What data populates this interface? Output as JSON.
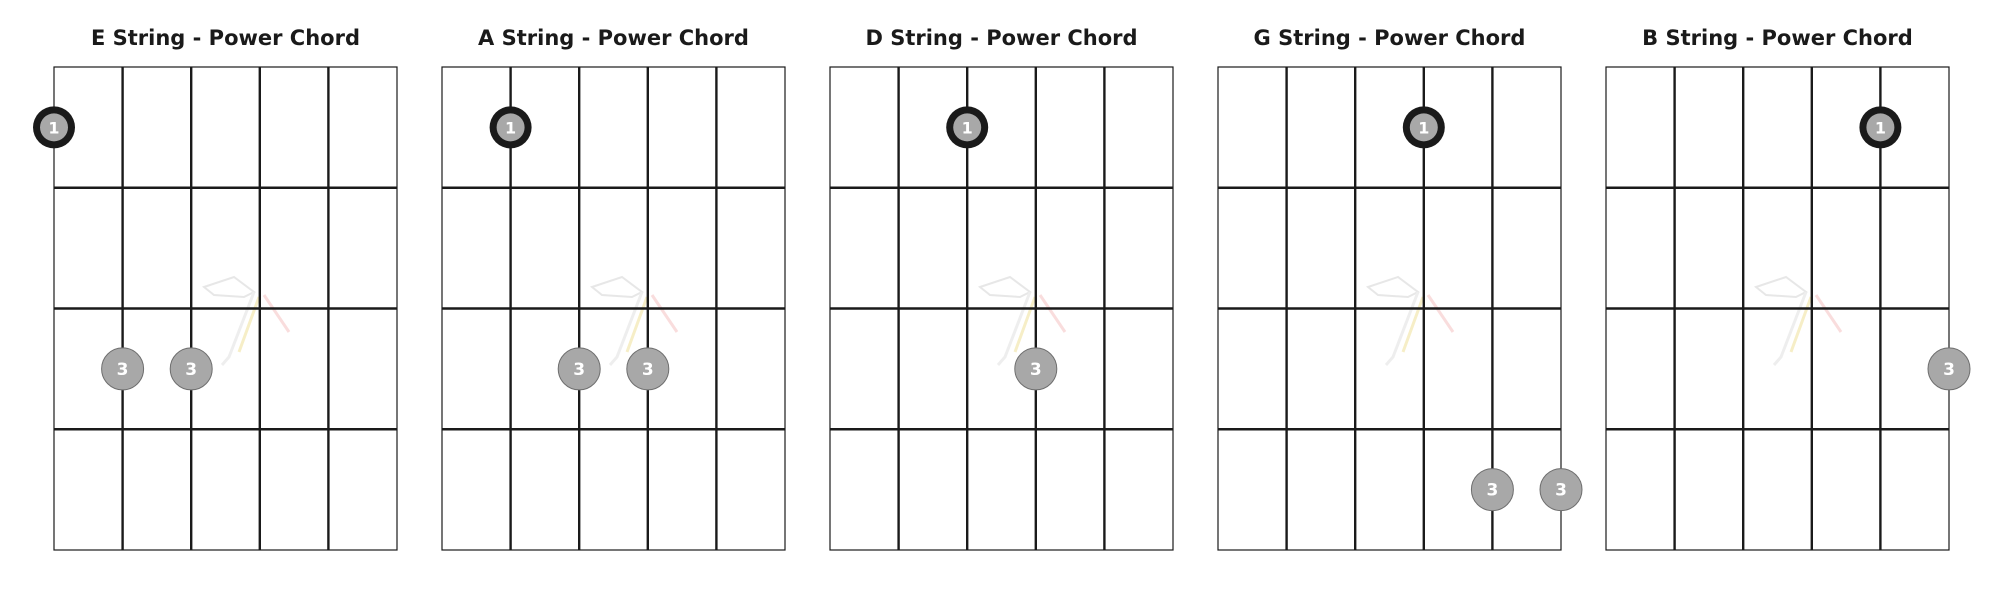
{
  "diagrams": [
    {
      "title": "E String - Power Chord",
      "markers": [
        {
          "fret": 1,
          "string": 0,
          "label": "1",
          "root": true
        },
        {
          "fret": 3,
          "string": 1,
          "label": "3",
          "root": false
        },
        {
          "fret": 3,
          "string": 2,
          "label": "3",
          "root": false
        }
      ]
    },
    {
      "title": "A String - Power Chord",
      "markers": [
        {
          "fret": 1,
          "string": 1,
          "label": "1",
          "root": true
        },
        {
          "fret": 3,
          "string": 2,
          "label": "3",
          "root": false
        },
        {
          "fret": 3,
          "string": 3,
          "label": "3",
          "root": false
        }
      ]
    },
    {
      "title": "D String - Power Chord",
      "markers": [
        {
          "fret": 1,
          "string": 2,
          "label": "1",
          "root": true
        },
        {
          "fret": 3,
          "string": 3,
          "label": "3",
          "root": false
        }
      ]
    },
    {
      "title": "G String - Power Chord",
      "markers": [
        {
          "fret": 1,
          "string": 3,
          "label": "1",
          "root": true
        },
        {
          "fret": 4,
          "string": 4,
          "label": "3",
          "root": false
        },
        {
          "fret": 4,
          "string": 5,
          "label": "3",
          "root": false
        }
      ]
    },
    {
      "title": "B String - Power Chord",
      "markers": [
        {
          "fret": 1,
          "string": 4,
          "label": "1",
          "root": true
        },
        {
          "fret": 3,
          "string": 5,
          "label": "3",
          "root": false
        }
      ]
    }
  ],
  "colors": {
    "grid": "#1a1a1a",
    "root_ring": "#1a1a1a",
    "dot_fill": "#a8a8a8",
    "dot_stroke": "#6e6e6e",
    "dot_text": "#ffffff"
  },
  "watermark_icon": "guitar-logo-icon"
}
